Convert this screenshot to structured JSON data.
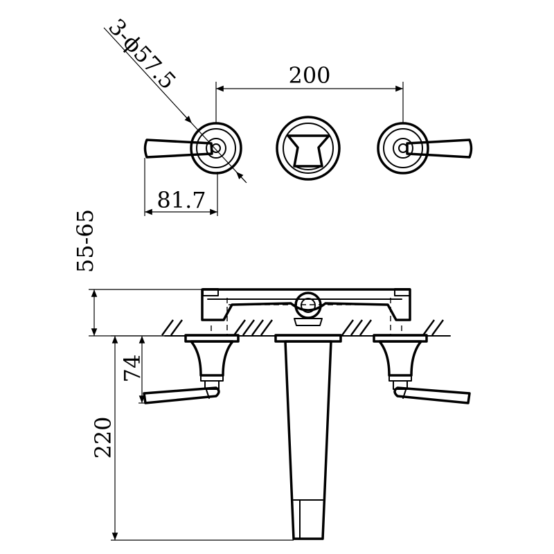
{
  "dimensions": {
    "hole_diameter": "3-ϕ57.5",
    "center_distance": "200",
    "handle_length": "81.7",
    "wall_thickness_range": "55-65",
    "handle_drop": "74",
    "spout_projection": "220"
  },
  "colors": {
    "line": "#000000",
    "background": "#ffffff"
  }
}
